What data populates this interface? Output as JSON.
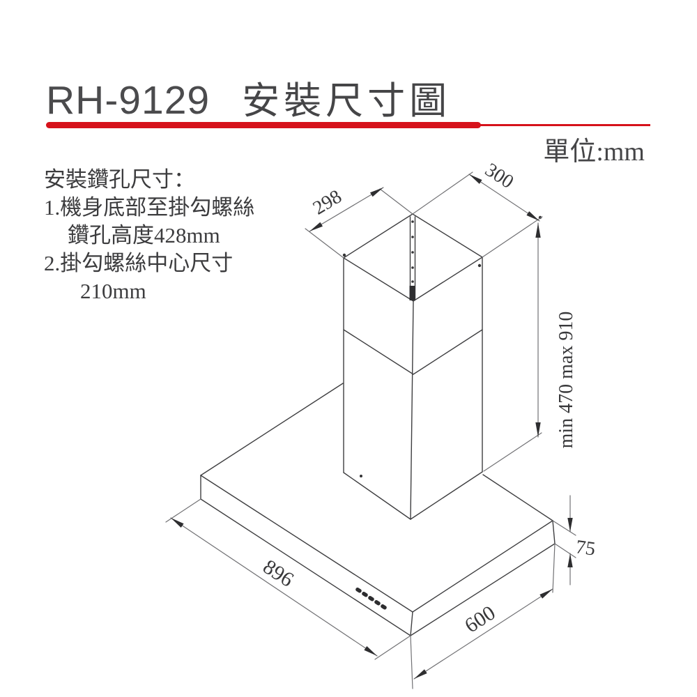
{
  "header": {
    "model": "RH-9129",
    "title": "安裝尺寸圖",
    "unit_label": "單位:mm",
    "accent_color": "#d6121b"
  },
  "notes": {
    "heading": "安裝鑽孔尺寸：",
    "item1": "1.機身底部至掛勾螺絲",
    "item1_cont": "鑽孔高度428mm",
    "item2": "2.掛勾螺絲中心尺寸",
    "item2_cont": "210mm"
  },
  "dimensions": {
    "duct_top_width": "298",
    "duct_top_depth": "300",
    "chimney_height_range": "min 470 max 910",
    "body_width": "896",
    "body_depth": "600",
    "body_height": "75"
  },
  "diagram": {
    "type": "isometric-installation-drawing",
    "line_color": "#3e3e40",
    "subject": "chimney range hood"
  }
}
